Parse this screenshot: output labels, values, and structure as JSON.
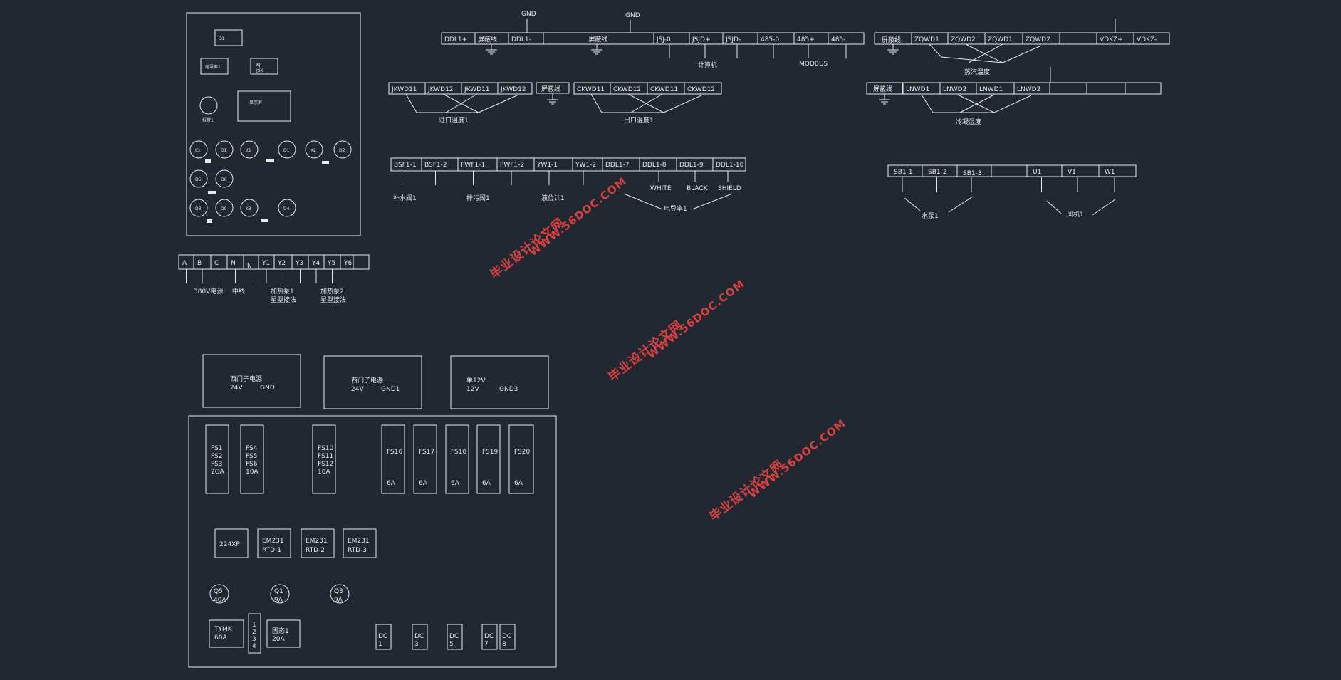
{
  "panel": {
    "s1": "S1",
    "meter": "电导率1",
    "kj": "KJ",
    "kj2": "JSK",
    "alarm": "报警1",
    "display": "显示屏",
    "lamp_row1": [
      "K1",
      "D1",
      "K1",
      "D1",
      "K2",
      "D2"
    ],
    "lamp_row2": [
      "D5",
      "D6"
    ],
    "lamp_row3": [
      "D3",
      "D9",
      "K3",
      "D4"
    ]
  },
  "power_terms": [
    "A",
    "B",
    "C",
    "N",
    "N",
    "Y1",
    "Y2",
    "Y3",
    "Y4",
    "Y5",
    "Y6",
    ""
  ],
  "power_labels": {
    "v380": "380V电源",
    "neutral": "中线",
    "pump1": "加热泵1",
    "pump1b": "星型接法",
    "pump2": "加热泵2",
    "pump2b": "星型接法"
  },
  "comm": {
    "gnd1": "GND",
    "gnd2": "GND",
    "terms": [
      "DDL1+",
      "屏蔽线",
      "DDL1-",
      "屏蔽线",
      "JSJ-0",
      "JSJD+",
      "JSJD-",
      "485-0",
      "485+",
      "485-"
    ],
    "computer": "计算机",
    "modbus": "MODBUS"
  },
  "inlet": {
    "terms": [
      "JKWD11",
      "JKWD12",
      "JKWD11",
      "JKWD12"
    ],
    "label": "进口温度1"
  },
  "shield_a": "屏蔽线",
  "outlet": {
    "terms": [
      "CKWD11",
      "CKWD12",
      "CKWD11",
      "CKWD12"
    ],
    "label": "出口温度1"
  },
  "steam": {
    "shield": "屏蔽线",
    "terms": [
      "ZQWD1",
      "ZQWD2",
      "ZQWD1",
      "ZQWD2",
      "",
      "VDKZ+",
      "VDKZ-"
    ],
    "label": "蒸汽温度"
  },
  "cond": {
    "shield": "屏蔽线",
    "terms": [
      "LNWD1",
      "LNWD2",
      "LNWD1",
      "LNWD2",
      "",
      "",
      ""
    ],
    "label": "冷凝温度"
  },
  "valves": {
    "terms": [
      "BSF1-1",
      "BSF1-2",
      "PWF1-1",
      "PWF1-2",
      "YW1-1",
      "YW1-2",
      "DDL1-7",
      "DDL1-8",
      "DDL1-9",
      "DDL1-10"
    ],
    "makeup": "补水阀1",
    "drain": "排污阀1",
    "level": "液位计1",
    "white": "WHITE",
    "black": "BLACK",
    "shield": "SHIELD",
    "cond_meter": "电导率1"
  },
  "motors": {
    "terms": [
      "SB1-1",
      "SB1-2",
      "SB1-3",
      "",
      "U1",
      "V1",
      "W1"
    ],
    "pump": "水泵1",
    "fan": "风机1"
  },
  "psu": [
    {
      "title": "西门子电源",
      "v": "24V",
      "g": "GND"
    },
    {
      "title": "西门子电源",
      "v": "24V",
      "g": "GND1"
    },
    {
      "title": "单12V",
      "v": "12V",
      "g": "GND3"
    }
  ],
  "fuses": [
    {
      "lines": [
        "FS1",
        "FS2",
        "FS3",
        "2OA"
      ]
    },
    {
      "lines": [
        "FS4",
        "FS5",
        "FS6",
        "10A"
      ]
    },
    {
      "lines": [
        "FS10",
        "FS11",
        "FS12",
        "10A"
      ]
    },
    {
      "lines": [
        "FS16",
        "",
        "",
        "6A"
      ]
    },
    {
      "lines": [
        "FS17",
        "",
        "",
        "6A"
      ]
    },
    {
      "lines": [
        "FS18",
        "",
        "",
        "6A"
      ]
    },
    {
      "lines": [
        "FS19",
        "",
        "",
        "6A"
      ]
    },
    {
      "lines": [
        "FS20",
        "",
        "",
        "6A"
      ]
    }
  ],
  "modules": [
    {
      "a": "224XP",
      "b": ""
    },
    {
      "a": "EM231",
      "b": "RTD-1"
    },
    {
      "a": "EM231",
      "b": "RTD-2"
    },
    {
      "a": "EM231",
      "b": "RTD-3"
    }
  ],
  "breakers": [
    {
      "a": "Q5",
      "b": "40A"
    },
    {
      "a": "Q1",
      "b": "9A"
    },
    {
      "a": "Q3",
      "b": "9A"
    }
  ],
  "bottom": {
    "tymk": "TYMK",
    "tymk_a": "60A",
    "strip": [
      "1",
      "2",
      "3",
      "4"
    ],
    "ssr": "固态1",
    "ssr_a": "20A",
    "dc": [
      {
        "a": "DC",
        "b": "1"
      },
      {
        "a": "DC",
        "b": "3"
      },
      {
        "a": "DC",
        "b": "5"
      },
      {
        "a": "DC",
        "b": "7"
      },
      {
        "a": "DC",
        "b": "8"
      }
    ]
  },
  "watermark": {
    "cn": "毕业设计论文网",
    "url": "WWW.56DOC.COM"
  }
}
